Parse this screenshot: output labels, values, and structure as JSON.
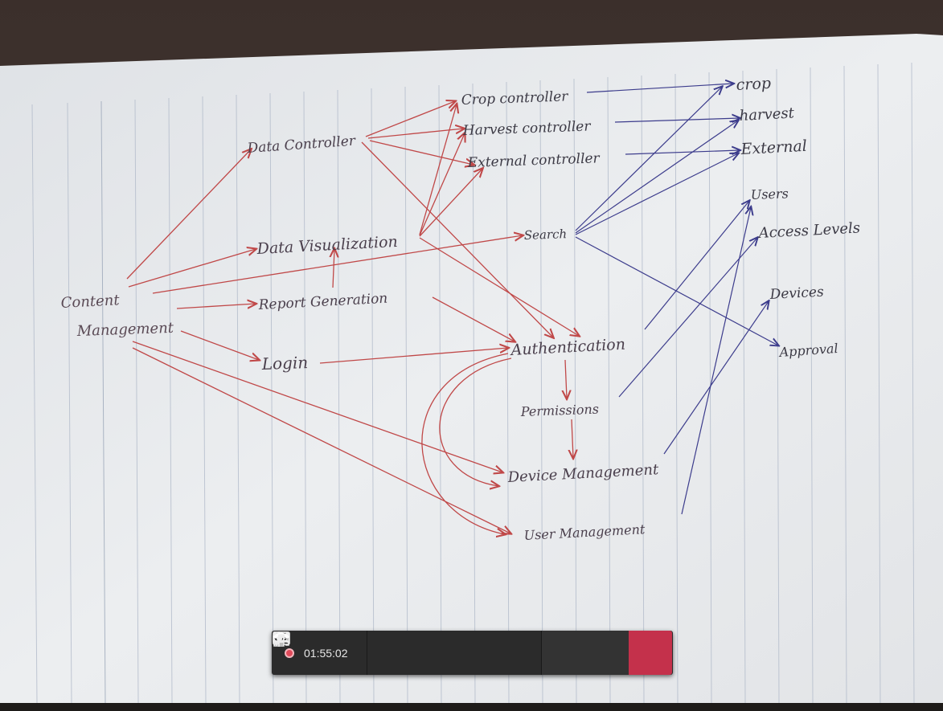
{
  "diagram": {
    "nodes": {
      "content": "Content",
      "management": "Management",
      "data_controller": "Data Controller",
      "data_visualization": "Data Visualization",
      "report_generation": "Report Generation",
      "login": "Login",
      "crop_controller": "Crop controller",
      "harvest_controller": "Harvest controller",
      "external_controller": "External controller",
      "crop": "crop",
      "harvest": "harvest",
      "external": "External",
      "search": "Search",
      "users": "Users",
      "access_levels": "Access Levels",
      "devices": "Devices",
      "approval": "Approval",
      "authentication": "Authentication",
      "permissions": "Permissions",
      "device_management": "Device Management",
      "user_management": "User Management"
    },
    "colors": {
      "red_ink": "#c04848",
      "blue_ink": "#3c3c8c",
      "paper": "#e7e9ec",
      "rule_line": "#aeb8c6"
    }
  },
  "toolbar": {
    "timer": "01:55:02",
    "icons": {
      "record": "record-icon",
      "camera": "camera-off-icon",
      "mic": "microphone-icon",
      "share": "share-screen-icon",
      "more": "more-options-icon",
      "chat": "chat-icon",
      "people": "participants-icon",
      "hangup": "hang-up-icon"
    },
    "colors": {
      "bar": "#2b2b2b",
      "hangup": "#c4314b",
      "record": "#e04a5a"
    }
  }
}
